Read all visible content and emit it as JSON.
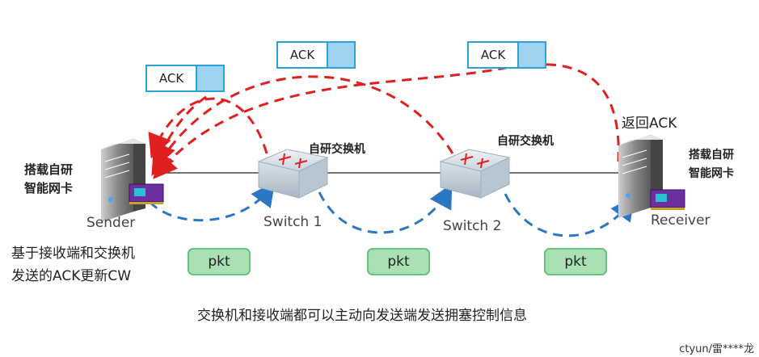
{
  "acks": {
    "ack1": "ACK",
    "ack2": "ACK",
    "ack3": "ACK"
  },
  "nodes": {
    "sender_nic_label_line1": "搭载自研",
    "sender_nic_label_line2": "智能网卡",
    "sender_name": "Sender",
    "switch1_title": "自研交换机",
    "switch1_name": "Switch 1",
    "switch2_title": "自研交换机",
    "switch2_name": "Switch 2",
    "receiver_return_ack": "返回ACK",
    "receiver_nic_label_line1": "搭载自研",
    "receiver_nic_label_line2": "智能网卡",
    "receiver_name": "Receiver"
  },
  "packets": [
    "pkt",
    "pkt",
    "pkt"
  ],
  "notes": {
    "cw_line1": "基于接收端和交换机",
    "cw_line2": "发送的ACK更新CW",
    "caption": "交换机和接收端都可以主动向发送端发送拥塞控制信息"
  },
  "watermark": "ctyun/雷****龙",
  "colors": {
    "ack_path": "#e02020",
    "pkt_path": "#2a78c4",
    "ack_border": "#29a3d8",
    "ack_fill": "#9fd3ef",
    "pkt_fill": "#a9e0b4",
    "nic_purple": "#6b2fa0"
  }
}
